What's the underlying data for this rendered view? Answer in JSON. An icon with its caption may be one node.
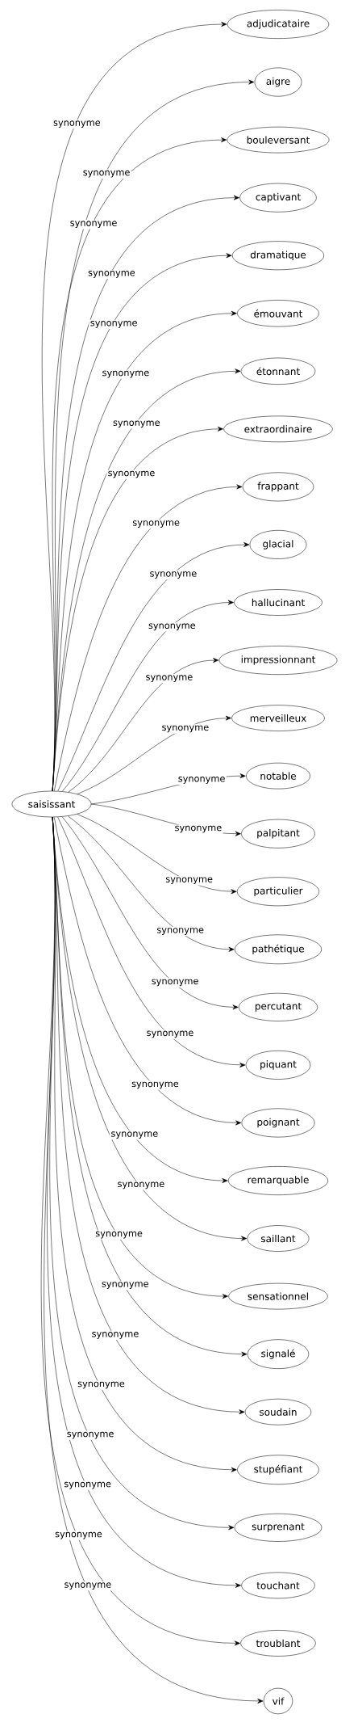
{
  "diagram": {
    "nodes": [
      {
        "text": [
          "saisissant"
        ]
      },
      {
        "text": [
          "adjudicataire"
        ]
      },
      {
        "text": [
          "aigre"
        ]
      },
      {
        "text": [
          "bouleversant"
        ]
      },
      {
        "text": [
          "captivant"
        ]
      },
      {
        "text": [
          "dramatique"
        ]
      },
      {
        "text": [
          "émouvant"
        ]
      },
      {
        "text": [
          "étonnant"
        ]
      },
      {
        "text": [
          "extraordinaire"
        ]
      },
      {
        "text": [
          "frappant"
        ]
      },
      {
        "text": [
          "glacial"
        ]
      },
      {
        "text": [
          "hallucinant"
        ]
      },
      {
        "text": [
          "impressionnant"
        ]
      },
      {
        "text": [
          "merveilleux"
        ]
      },
      {
        "text": [
          "notable"
        ]
      },
      {
        "text": [
          "palpitant"
        ]
      },
      {
        "text": [
          "particulier"
        ]
      },
      {
        "text": [
          "pathétique"
        ]
      },
      {
        "text": [
          "percutant"
        ]
      },
      {
        "text": [
          "piquant"
        ]
      },
      {
        "text": [
          "poignant"
        ]
      },
      {
        "text": [
          "remarquable"
        ]
      },
      {
        "text": [
          "saillant"
        ]
      },
      {
        "text": [
          "sensationnel"
        ]
      },
      {
        "text": [
          "signalé"
        ]
      },
      {
        "text": [
          "soudain"
        ]
      },
      {
        "text": [
          "stupéfiant"
        ]
      },
      {
        "text": [
          "surprenant"
        ]
      },
      {
        "text": [
          "touchant"
        ]
      },
      {
        "text": [
          "troublant"
        ]
      },
      {
        "text": [
          "vif"
        ]
      }
    ],
    "edges": [
      {
        "from": 0,
        "to": 1,
        "arrow": "to",
        "label": "synonyme"
      },
      {
        "from": 0,
        "to": 2,
        "arrow": "to",
        "label": "synonyme"
      },
      {
        "from": 0,
        "to": 3,
        "arrow": "to",
        "label": "synonyme"
      },
      {
        "from": 0,
        "to": 4,
        "arrow": "to",
        "label": "synonyme"
      },
      {
        "from": 0,
        "to": 5,
        "arrow": "to",
        "label": "synonyme"
      },
      {
        "from": 0,
        "to": 6,
        "arrow": "to",
        "label": "synonyme"
      },
      {
        "from": 0,
        "to": 7,
        "arrow": "to",
        "label": "synonyme"
      },
      {
        "from": 0,
        "to": 8,
        "arrow": "to",
        "label": "synonyme"
      },
      {
        "from": 0,
        "to": 9,
        "arrow": "to",
        "label": "synonyme"
      },
      {
        "from": 0,
        "to": 10,
        "arrow": "to",
        "label": "synonyme"
      },
      {
        "from": 0,
        "to": 11,
        "arrow": "to",
        "label": "synonyme"
      },
      {
        "from": 0,
        "to": 12,
        "arrow": "to",
        "label": "synonyme"
      },
      {
        "from": 0,
        "to": 13,
        "arrow": "to",
        "label": "synonyme"
      },
      {
        "from": 0,
        "to": 14,
        "arrow": "to",
        "label": "synonyme"
      },
      {
        "from": 0,
        "to": 15,
        "arrow": "to",
        "label": "synonyme"
      },
      {
        "from": 0,
        "to": 16,
        "arrow": "to",
        "label": "synonyme"
      },
      {
        "from": 0,
        "to": 17,
        "arrow": "to",
        "label": "synonyme"
      },
      {
        "from": 0,
        "to": 18,
        "arrow": "to",
        "label": "synonyme"
      },
      {
        "from": 0,
        "to": 19,
        "arrow": "to",
        "label": "synonyme"
      },
      {
        "from": 0,
        "to": 20,
        "arrow": "to",
        "label": "synonyme"
      },
      {
        "from": 0,
        "to": 21,
        "arrow": "to",
        "label": "synonyme"
      },
      {
        "from": 0,
        "to": 22,
        "arrow": "to",
        "label": "synonyme"
      },
      {
        "from": 0,
        "to": 23,
        "arrow": "to",
        "label": "synonyme"
      },
      {
        "from": 0,
        "to": 24,
        "arrow": "to",
        "label": "synonyme"
      },
      {
        "from": 0,
        "to": 25,
        "arrow": "to",
        "label": "synonyme"
      },
      {
        "from": 0,
        "to": 26,
        "arrow": "to",
        "label": "synonyme"
      },
      {
        "from": 0,
        "to": 27,
        "arrow": "to",
        "label": "synonyme"
      },
      {
        "from": 0,
        "to": 28,
        "arrow": "to",
        "label": "synonyme"
      },
      {
        "from": 0,
        "to": 29,
        "arrow": "to",
        "label": "synonyme"
      },
      {
        "from": 0,
        "to": 30,
        "arrow": "to",
        "label": "synonyme"
      }
    ]
  }
}
